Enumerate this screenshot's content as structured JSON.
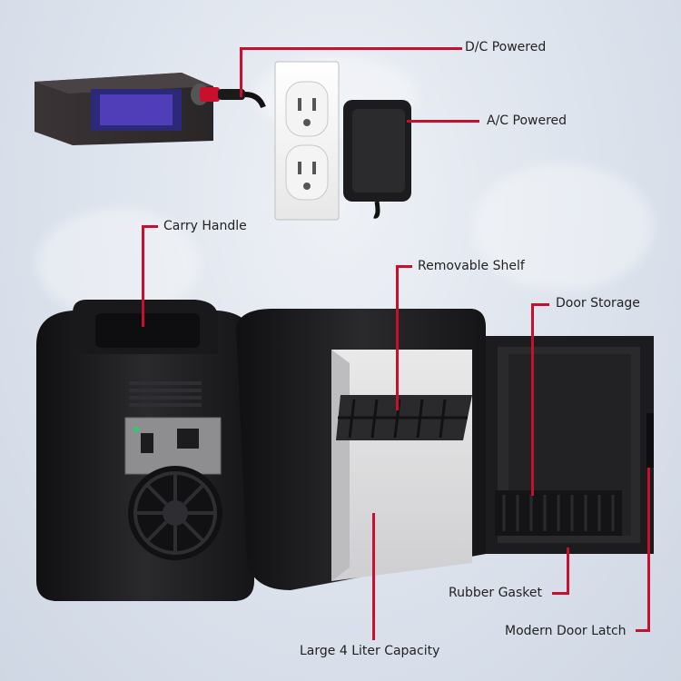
{
  "callouts": {
    "dc_powered": "D/C Powered",
    "ac_powered": "A/C Powered",
    "carry_handle": "Carry Handle",
    "removable_shelf": "Removable Shelf",
    "door_storage": "Door Storage",
    "rubber_gasket": "Rubber Gasket",
    "modern_door_latch": "Modern Door Latch",
    "capacity": "Large 4 Liter Capacity"
  },
  "colors": {
    "leader_line": "#c8102e",
    "fridge_body": "#1c1c1e",
    "background": "#dfe5ee"
  },
  "icons": [
    "car-charger-icon",
    "wall-outlet-icon",
    "ac-adapter-icon",
    "fan-icon",
    "power-switch-icon"
  ]
}
